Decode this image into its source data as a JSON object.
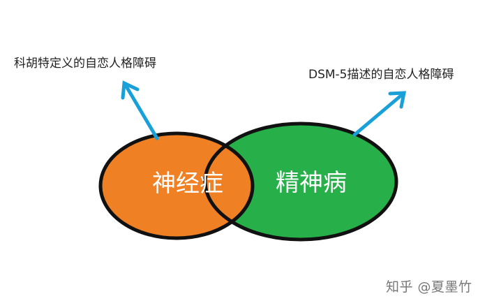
{
  "labels": {
    "left_annotation": "科胡特定义的自恋人格障碍",
    "right_annotation": "DSM-5描述的自恋人格障碍"
  },
  "venn": {
    "left_set": "神经症",
    "right_set": "精神病"
  },
  "colors": {
    "left_fill": "#f08024",
    "right_fill": "#27b04a",
    "outline": "#111111",
    "arrow": "#19a0d8",
    "set_text": "#ffffff"
  },
  "watermark": "知乎 @夏墨竹"
}
